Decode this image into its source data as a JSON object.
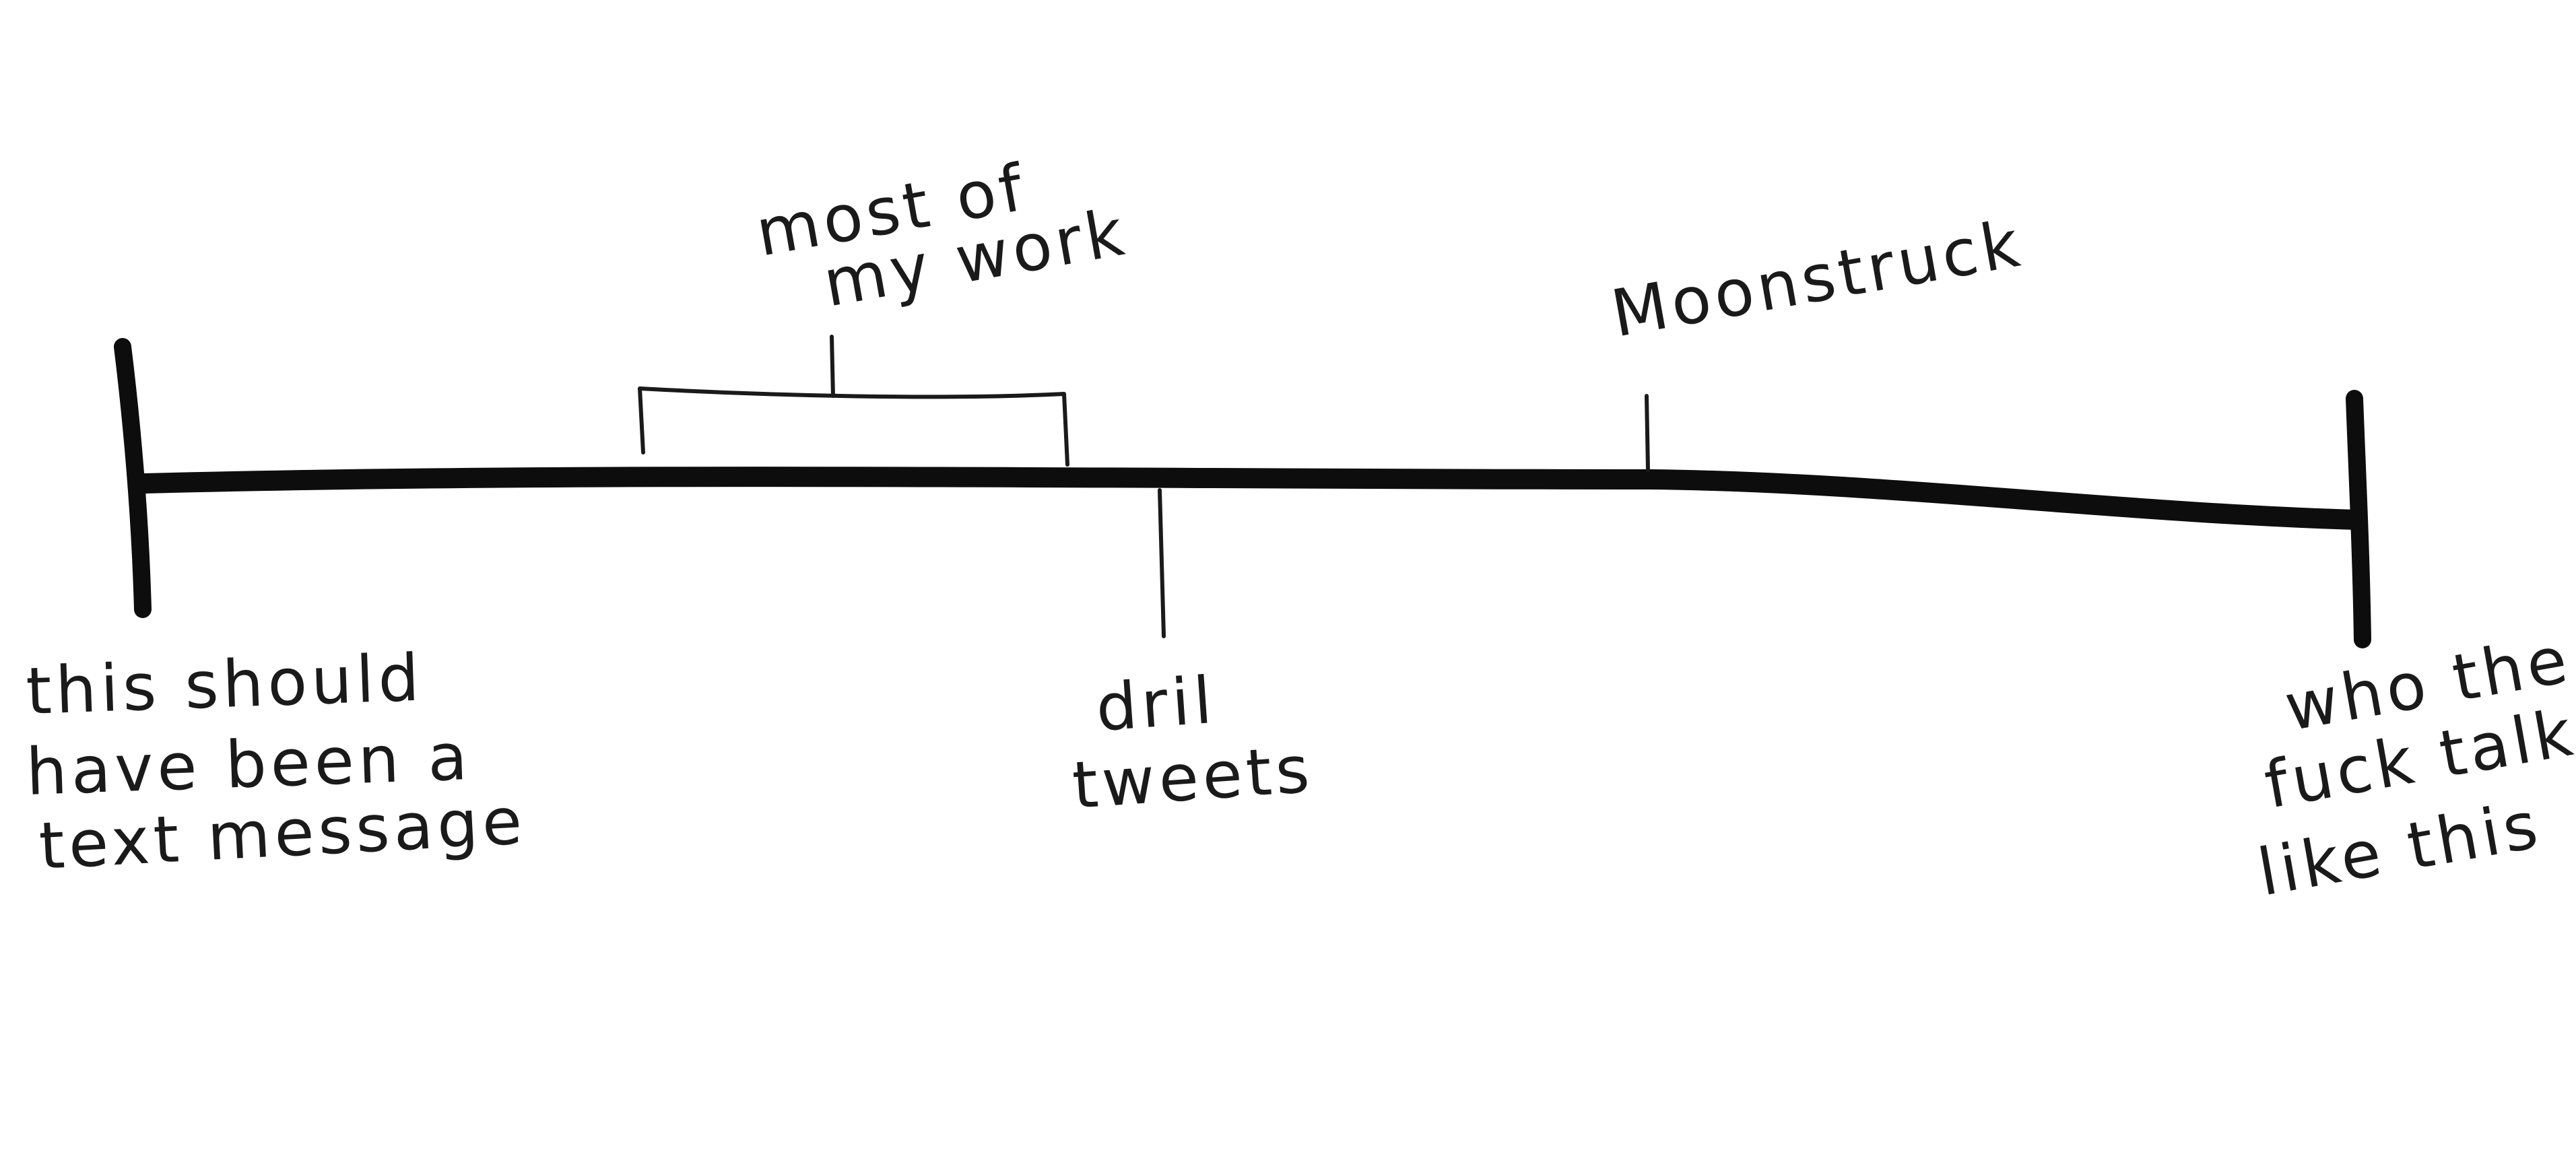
{
  "scale": {
    "left_end": {
      "label_lines": [
        "this should",
        "have been a",
        "text message"
      ]
    },
    "right_end": {
      "label_lines": [
        "who the",
        "fuck talks",
        "like this"
      ]
    },
    "markers": [
      {
        "id": "most-of-my-work",
        "type": "range",
        "position": "below",
        "label_lines": [
          "most of",
          "my work"
        ]
      },
      {
        "id": "dril-tweets",
        "type": "point",
        "position": "below",
        "label_lines": [
          "dril",
          "tweets"
        ]
      },
      {
        "id": "moonstruck",
        "type": "point",
        "position": "above",
        "label_lines": [
          "Moonstruck"
        ]
      }
    ]
  }
}
